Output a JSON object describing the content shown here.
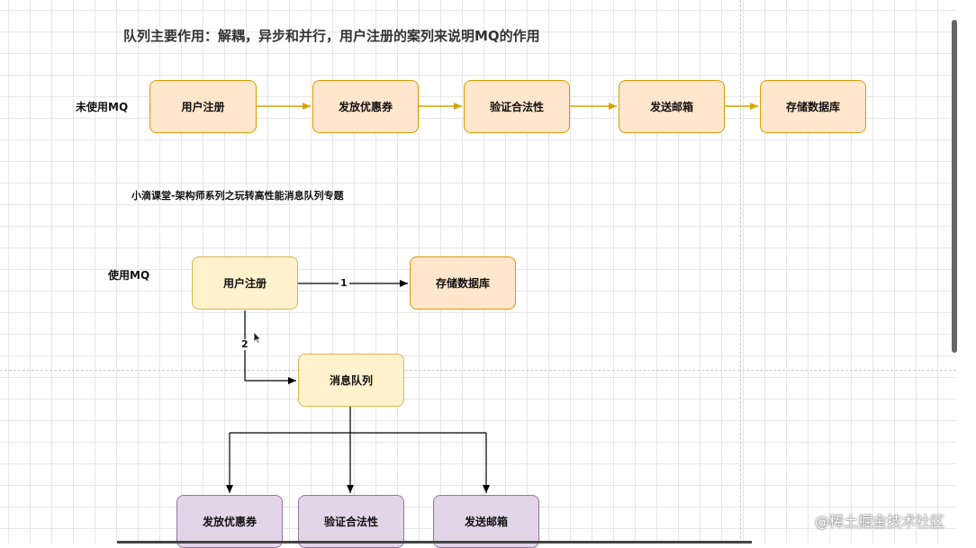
{
  "title": "队列主要作用：解耦，异步和并行，用户注册的案列来说明MQ的作用",
  "subtitle": "小滴课堂-架构师系列之玩转高性能消息队列专题",
  "without_mq": {
    "label": "未使用MQ",
    "steps": [
      "用户注册",
      "发放优惠券",
      "验证合法性",
      "发送邮箱",
      "存储数据库"
    ]
  },
  "with_mq": {
    "label": "使用MQ",
    "register": "用户注册",
    "database": "存储数据库",
    "queue": "消息队列",
    "consumers": [
      "发放优惠券",
      "验证合法性",
      "发送邮箱"
    ],
    "edge_labels": [
      "1",
      "2"
    ]
  },
  "watermark": "@稀土掘金技术社区",
  "colors": {
    "orange_fill": "#ffe6cc",
    "orange_stroke": "#d79b00",
    "yellow_fill": "#fff2cc",
    "yellow_stroke": "#d6b656",
    "purple_fill": "#e1d5e7",
    "purple_stroke": "#9673a6",
    "arrow_flow": "#d6a400",
    "arrow_mq": "#000000"
  }
}
